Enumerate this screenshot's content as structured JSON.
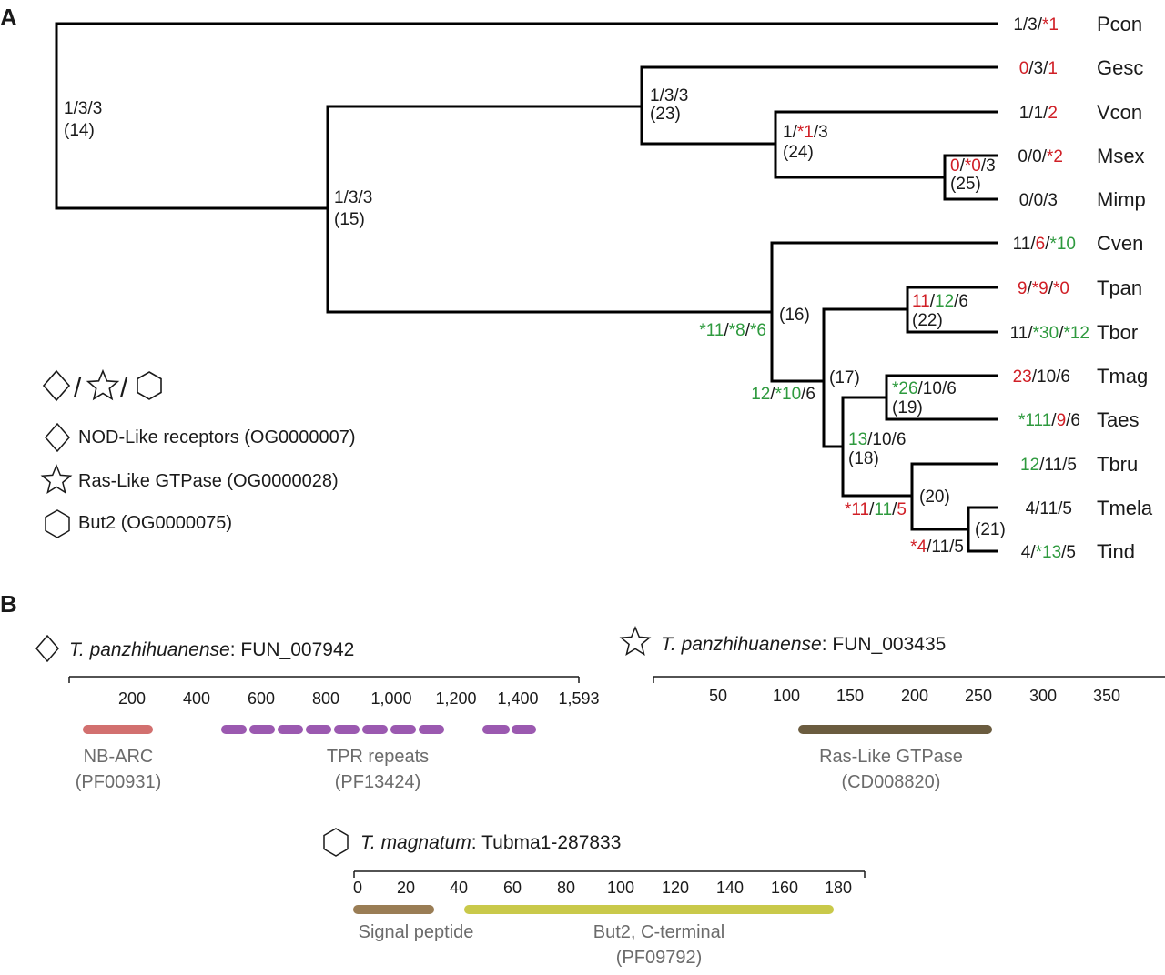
{
  "panels": {
    "a": "A",
    "b": "B"
  },
  "colors": {
    "red": "#d01f26",
    "green": "#2e9a3e",
    "black": "#1a1a1a",
    "gray": "#6b6b6b",
    "nbarc": "#d2706f",
    "tpr": "#9b59b0",
    "ras": "#6b5c3f",
    "signal": "#9a7d55",
    "but2": "#c9c94a"
  },
  "taxa": [
    "Pcon",
    "Gesc",
    "Vcon",
    "Msex",
    "Mimp",
    "Cven",
    "Tpan",
    "Tbor",
    "Tmag",
    "Taes",
    "Tbru",
    "Tmela",
    "Tind"
  ],
  "tip_counts": [
    [
      {
        "t": "1/3/"
      },
      {
        "t": "*1",
        "c": "red"
      }
    ],
    [
      {
        "t": "0",
        "c": "red"
      },
      {
        "t": "/3/"
      },
      {
        "t": "1",
        "c": "red"
      }
    ],
    [
      {
        "t": "1/1/"
      },
      {
        "t": "2",
        "c": "red"
      }
    ],
    [
      {
        "t": "0/0/"
      },
      {
        "t": "*2",
        "c": "red"
      }
    ],
    [
      {
        "t": "0/0/3"
      }
    ],
    [
      {
        "t": "11/"
      },
      {
        "t": "6",
        "c": "red"
      },
      {
        "t": "/"
      },
      {
        "t": "*10",
        "c": "green"
      }
    ],
    [
      {
        "t": "9",
        "c": "red"
      },
      {
        "t": "/"
      },
      {
        "t": "*9",
        "c": "red"
      },
      {
        "t": "/"
      },
      {
        "t": "*0",
        "c": "red"
      }
    ],
    [
      {
        "t": "11/"
      },
      {
        "t": "*30",
        "c": "green"
      },
      {
        "t": "/"
      },
      {
        "t": "*12",
        "c": "green"
      }
    ],
    [
      {
        "t": "23",
        "c": "red"
      },
      {
        "t": "/10/6"
      }
    ],
    [
      {
        "t": "*111",
        "c": "green"
      },
      {
        "t": "/"
      },
      {
        "t": "9",
        "c": "red"
      },
      {
        "t": "/6"
      }
    ],
    [
      {
        "t": "12",
        "c": "green"
      },
      {
        "t": "/11/5"
      }
    ],
    [
      {
        "t": "4/11/5"
      }
    ],
    [
      {
        "t": "4/"
      },
      {
        "t": "*13",
        "c": "green"
      },
      {
        "t": "/5"
      }
    ]
  ],
  "node_labels": [
    {
      "id": "n14",
      "lines": [
        [
          {
            "t": "1/3/3"
          }
        ],
        [
          {
            "t": "(14)"
          }
        ]
      ]
    },
    {
      "id": "n15",
      "lines": [
        [
          {
            "t": "1/3/3"
          }
        ],
        [
          {
            "t": "(15)"
          }
        ]
      ]
    },
    {
      "id": "n23",
      "lines": [
        [
          {
            "t": "1/3/3"
          }
        ],
        [
          {
            "t": "(23)"
          }
        ]
      ]
    },
    {
      "id": "n24",
      "lines": [
        [
          {
            "t": "1/"
          },
          {
            "t": "*1",
            "c": "red"
          },
          {
            "t": "/3"
          }
        ],
        [
          {
            "t": "(24)"
          }
        ]
      ]
    },
    {
      "id": "n25",
      "lines": [
        [
          {
            "t": "0",
            "c": "red"
          },
          {
            "t": "/"
          },
          {
            "t": "*0",
            "c": "red"
          },
          {
            "t": "/3"
          }
        ],
        [
          {
            "t": "(25)"
          }
        ]
      ]
    },
    {
      "id": "n16a",
      "lines": [
        [
          {
            "t": "*11",
            "c": "green"
          },
          {
            "t": "/"
          },
          {
            "t": "*8",
            "c": "green"
          },
          {
            "t": "/"
          },
          {
            "t": "*6",
            "c": "green"
          }
        ]
      ]
    },
    {
      "id": "n16b",
      "lines": [
        [
          {
            "t": "(16)"
          }
        ]
      ]
    },
    {
      "id": "n16c",
      "lines": [
        [
          {
            "t": "12",
            "c": "green"
          },
          {
            "t": "/"
          },
          {
            "t": "*10",
            "c": "green"
          },
          {
            "t": "/6"
          }
        ]
      ]
    },
    {
      "id": "n17",
      "lines": [
        [
          {
            "t": "(17)"
          }
        ]
      ]
    },
    {
      "id": "n22",
      "lines": [
        [
          {
            "t": "11",
            "c": "red"
          },
          {
            "t": "/"
          },
          {
            "t": "12",
            "c": "green"
          },
          {
            "t": "/6"
          }
        ],
        [
          {
            "t": "(22)"
          }
        ]
      ]
    },
    {
      "id": "n19",
      "lines": [
        [
          {
            "t": "*26",
            "c": "green"
          },
          {
            "t": "/10/6"
          }
        ],
        [
          {
            "t": "(19)"
          }
        ]
      ]
    },
    {
      "id": "n18",
      "lines": [
        [
          {
            "t": "13",
            "c": "green"
          },
          {
            "t": "/10/6"
          }
        ],
        [
          {
            "t": "(18)"
          }
        ]
      ]
    },
    {
      "id": "n20a",
      "lines": [
        [
          {
            "t": "(20)"
          }
        ]
      ]
    },
    {
      "id": "n20b",
      "lines": [
        [
          {
            "t": "*11",
            "c": "red"
          },
          {
            "t": "/"
          },
          {
            "t": "11",
            "c": "green"
          },
          {
            "t": "/"
          },
          {
            "t": "5",
            "c": "red"
          }
        ]
      ]
    },
    {
      "id": "n21a",
      "lines": [
        [
          {
            "t": "(21)"
          }
        ]
      ]
    },
    {
      "id": "n21b",
      "lines": [
        [
          {
            "t": "*4",
            "c": "red"
          },
          {
            "t": "/11/5"
          }
        ]
      ]
    }
  ],
  "legend": {
    "header_sep": "/",
    "items": [
      {
        "icon": "diamond",
        "label": "NOD-Like receptors (OG0000007)"
      },
      {
        "icon": "star",
        "label": "Ras-Like GTPase (OG0000028)"
      },
      {
        "icon": "hexagon",
        "label": "But2 (OG0000075)"
      }
    ]
  },
  "domain_panels": [
    {
      "id": "nod",
      "icon": "diamond",
      "species": "T. panzhihuanense",
      "gene": ": FUN_007942",
      "ticks": [
        "200",
        "400",
        "600",
        "800",
        "1,000",
        "1,200",
        "1,400",
        "1,593"
      ],
      "domains": [
        {
          "name": "NB-ARC",
          "acc": "(PF00931)",
          "color": "nbarc",
          "dashed": false
        },
        {
          "name": "TPR repeats",
          "acc": "(PF13424)",
          "color": "tpr",
          "dashed": true
        }
      ]
    },
    {
      "id": "ras",
      "icon": "star",
      "species": "T. panzhihuanense",
      "gene": ": FUN_003435",
      "ticks": [
        "50",
        "100",
        "150",
        "200",
        "250",
        "300",
        "350"
      ],
      "domains": [
        {
          "name": "Ras-Like GTPase",
          "acc": "(CD008820)",
          "color": "ras",
          "dashed": false
        }
      ]
    },
    {
      "id": "but2",
      "icon": "hexagon",
      "species": "T. magnatum",
      "gene": ": Tubma1-287833",
      "ticks": [
        "0",
        "20",
        "40",
        "60",
        "80",
        "100",
        "120",
        "140",
        "160",
        "180"
      ],
      "domains": [
        {
          "name": "Signal peptide",
          "acc": "",
          "color": "signal",
          "dashed": false
        },
        {
          "name": "But2, C-terminal",
          "acc": "(PF09792)",
          "color": "but2",
          "dashed": false
        }
      ]
    }
  ]
}
